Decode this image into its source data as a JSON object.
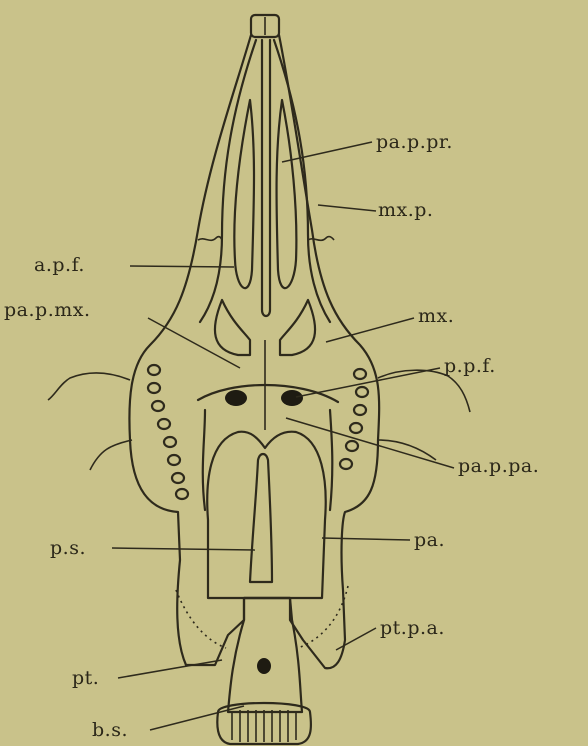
{
  "labels": {
    "pa_p_pr": "pa.p.pr.",
    "mx_p": "mx.p.",
    "a_p_f": "a.p.f.",
    "pa_p_mx": "pa.p.mx.",
    "mx": "mx.",
    "p_p_f": "p.p.f.",
    "pa_p_pa": "pa.p.pa.",
    "p_s": "p.s.",
    "pa": "pa.",
    "pt_p_a": "pt.p.a.",
    "pt": "pt.",
    "b_s": "b.s."
  },
  "colors": {
    "paper": "#c9c28a",
    "ink": "#2e2a1c"
  }
}
